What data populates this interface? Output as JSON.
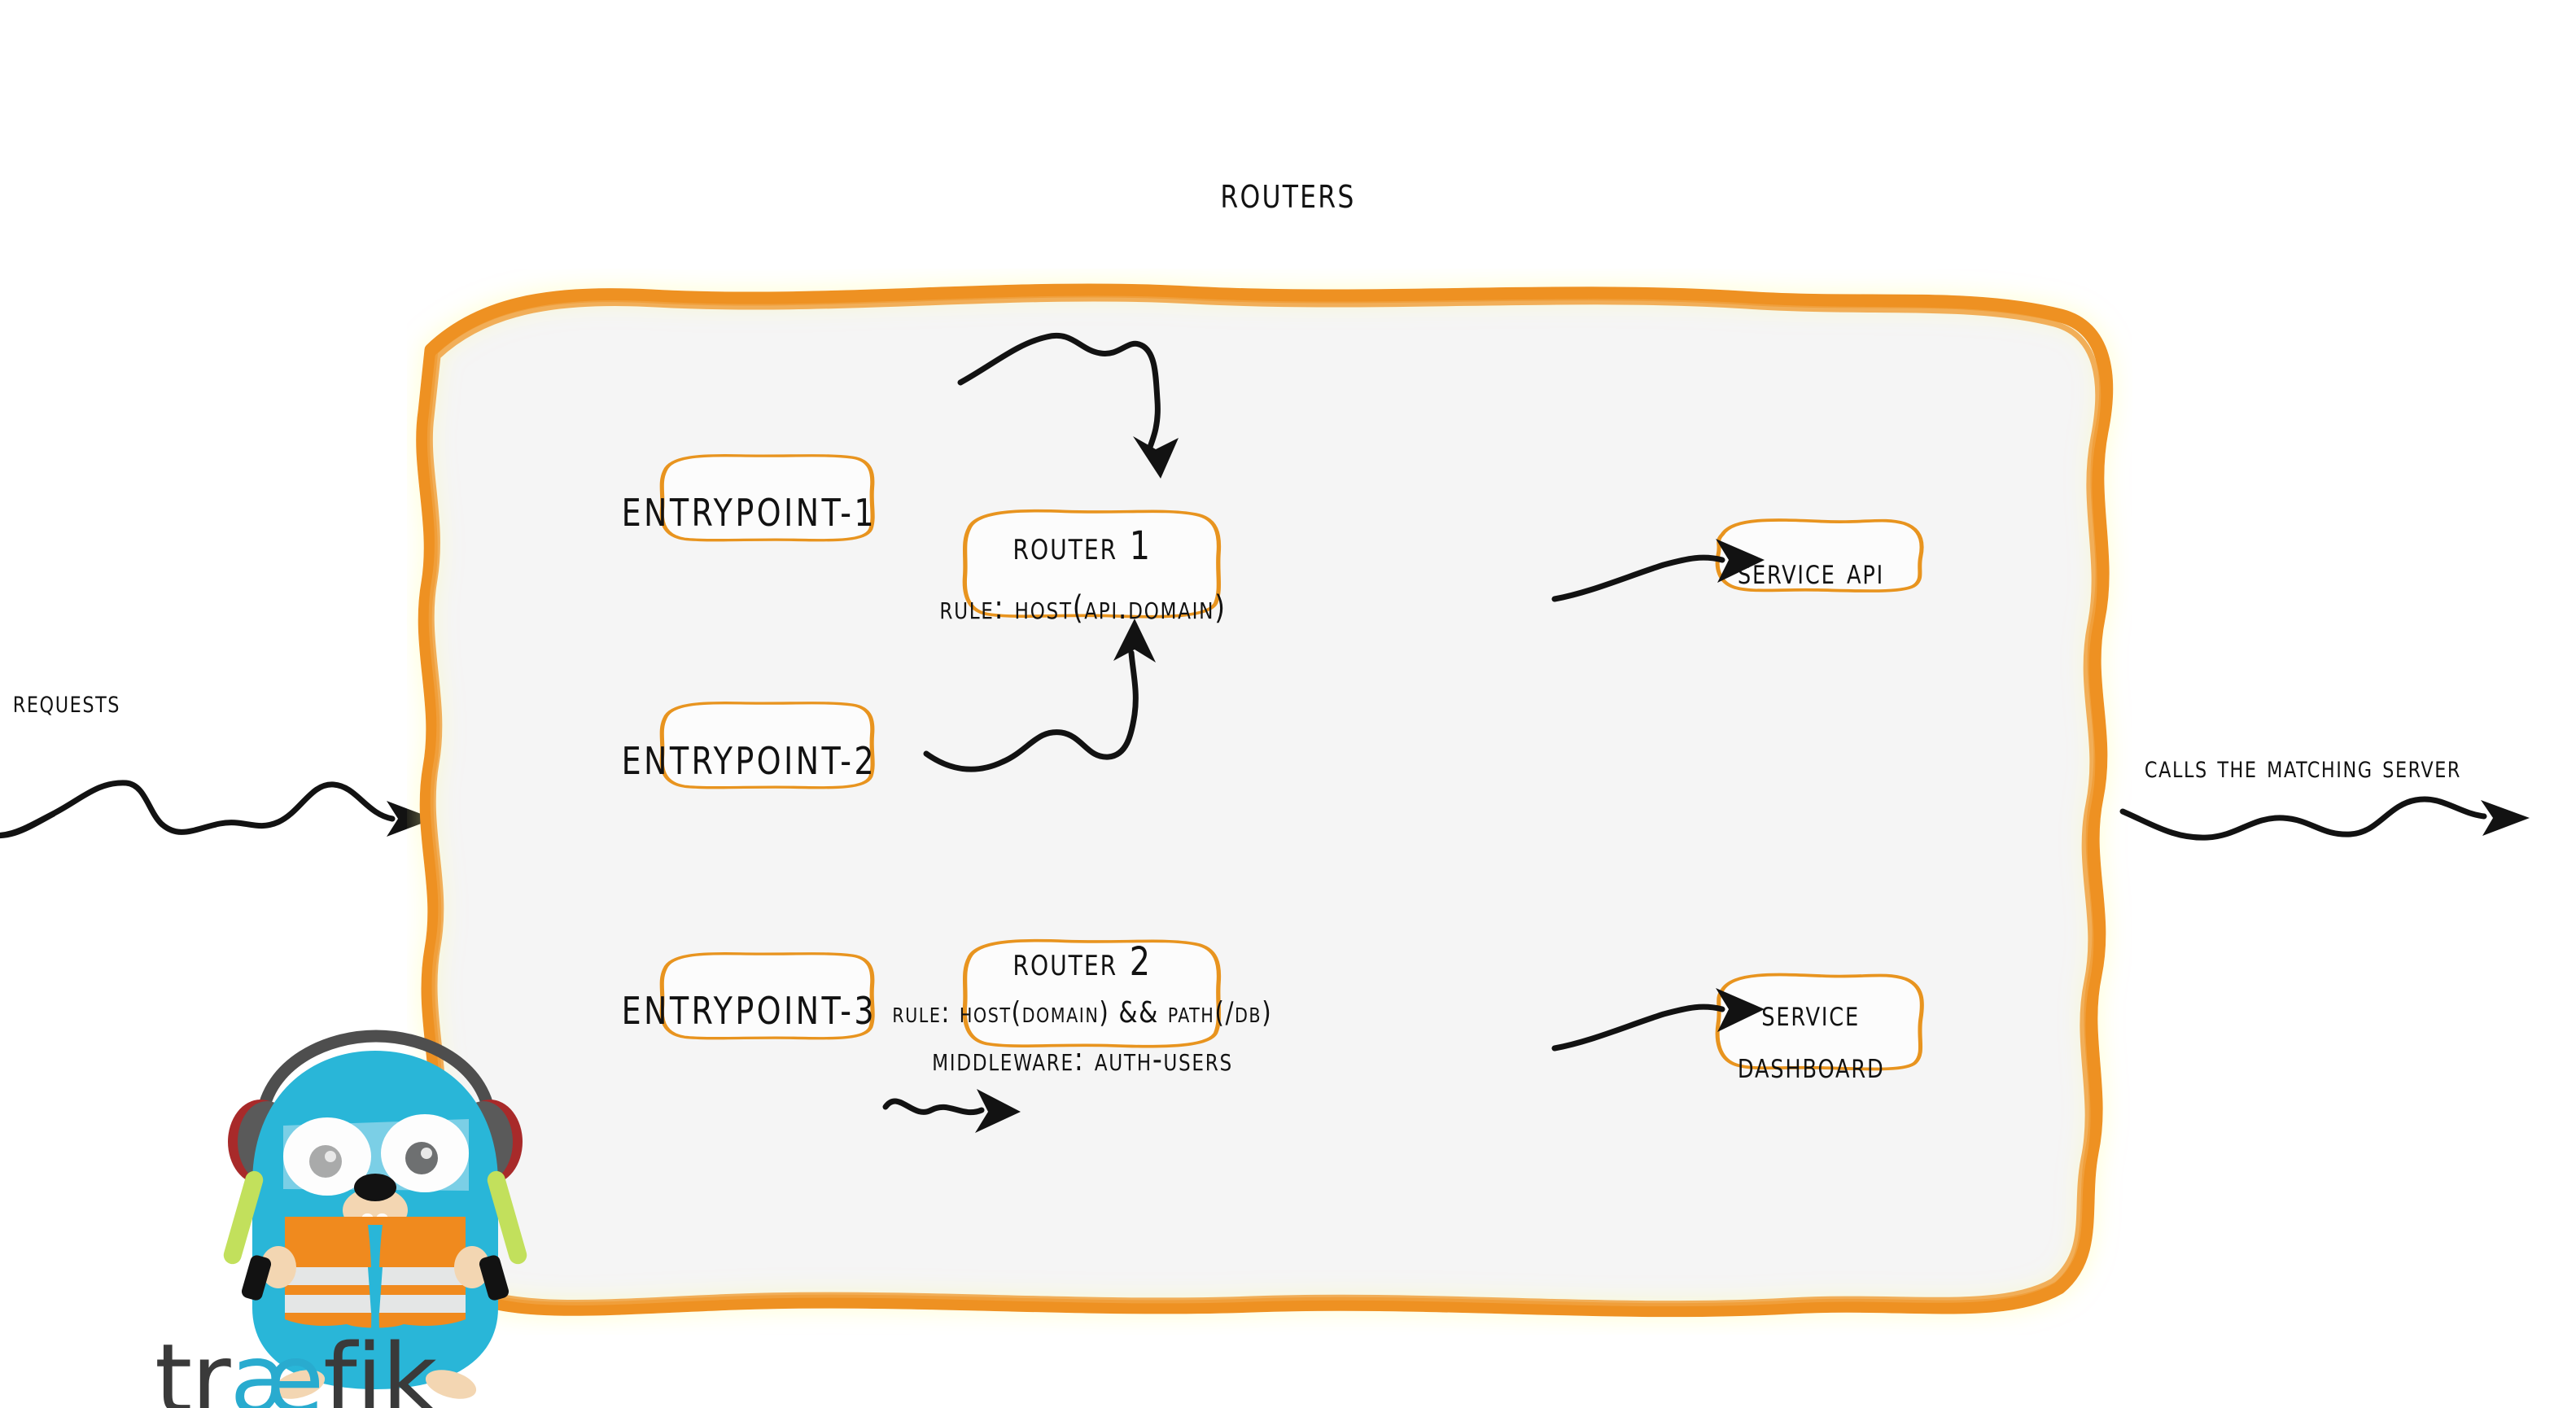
{
  "title": "Routers",
  "colors": {
    "accent_orange": "#EE9124",
    "node_border": "#E8941F",
    "panel_fill": "#F5F5F5",
    "node_fill": "#FCFCFC",
    "ink": "#121212",
    "gopher_body": "#29B6D8",
    "gopher_vest": "#F08A1E",
    "gopher_stripe": "#E4E6E6",
    "gopher_skin": "#F6D7B0",
    "wand_green": "#C2E05C",
    "headphone_grey": "#5A5A5A",
    "headphone_red": "#B02A2A",
    "logo_dark": "#3A3A3A",
    "logo_cyan": "#29ABCF"
  },
  "entrypoints": [
    {
      "label": "entrypoint-1"
    },
    {
      "label": "entrypoint-2"
    },
    {
      "label": "entrypoint-3"
    }
  ],
  "routers": [
    {
      "name": "Router 1",
      "lines": [
        "rule: Host(api.domain)"
      ]
    },
    {
      "name": "Router 2",
      "lines": [
        "rule: Host(domain) && Path(/db)",
        "Middleware: auth-users"
      ]
    }
  ],
  "services": [
    {
      "lines": [
        "Service API"
      ]
    },
    {
      "lines": [
        "Service",
        "Dashboard"
      ]
    }
  ],
  "side_labels": {
    "requests": "Requests",
    "calls": "Calls the matching server"
  },
  "logo": {
    "wordmark_pre": "tr",
    "wordmark_lig": "æ",
    "wordmark_post": "fik",
    "mascot": "traefik-gopher-mascot"
  },
  "connections": [
    {
      "from": "entrypoint-1",
      "to": "Router 1"
    },
    {
      "from": "entrypoint-2",
      "to": "Router 1"
    },
    {
      "from": "entrypoint-3",
      "to": "Router 2"
    },
    {
      "from": "Router 1",
      "to": "Service API"
    },
    {
      "from": "Router 2",
      "to": "Service Dashboard"
    },
    {
      "from": "Requests",
      "to": "Routers"
    },
    {
      "from": "Routers",
      "to": "Calls the matching server"
    }
  ]
}
